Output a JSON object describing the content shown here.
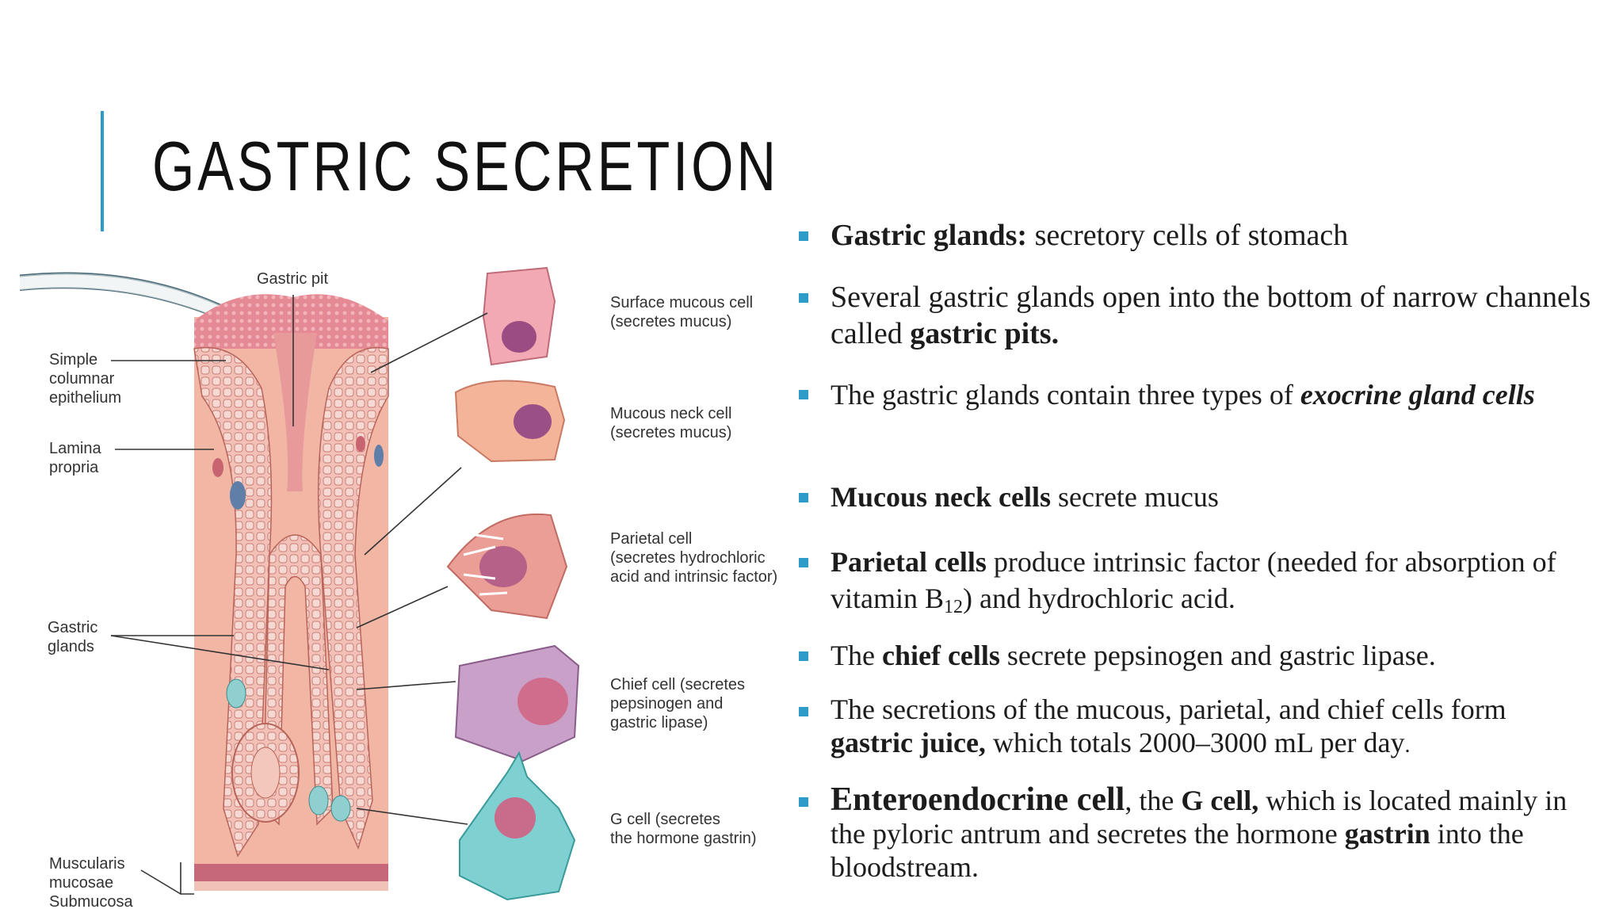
{
  "slide": {
    "title": "GASTRIC SECRETION",
    "accent_color": "#2e9cc8"
  },
  "figure": {
    "labels": {
      "gastric_pit": "Gastric pit",
      "simple_columnar": "Simple\ncolumnar\nepithelium",
      "lamina_propria": "Lamina\npropria",
      "gastric_glands": "Gastric\nglands",
      "muscularis": "Muscularis\nmucosae",
      "submucosa": "Submucosa",
      "surface_mucous": "Surface mucous cell\n(secretes mucus)",
      "mucous_neck": "Mucous neck cell\n(secretes mucus)",
      "parietal": "Parietal cell\n(secretes hydrochloric\nacid and intrinsic factor)",
      "chief": "Chief cell (secretes\npepsinogen and\ngastric lipase)",
      "g_cell": "G cell (secretes\nthe hormone gastrin)"
    }
  },
  "bullets": [
    {
      "b": "Gastric glands:",
      "t": " secretory cells of stomach"
    },
    {
      "t1": "Several gastric glands open into the bottom of narrow channels called ",
      "b": "gastric pits."
    },
    {
      "t1": "The gastric glands contain three types of ",
      "bi": "exocrine gland cells"
    },
    {
      "b": "Mucous neck cells",
      "t": " secrete mucus"
    },
    {
      "b": "Parietal cells",
      "t1": " produce intrinsic factor (needed for absorption of vitamin B",
      "sub": "12",
      "t2": ") and hydrochloric acid."
    },
    {
      "t1": "The ",
      "b": "chief cells",
      "t2": " secrete pepsinogen and gastric lipase."
    },
    {
      "t1": "The secretions of the mucous, parietal, and chief cells form ",
      "b": "gastric juice,",
      "t2": " which totals 2000–3000 mL per day",
      "end": "."
    },
    {
      "b1": "Enteroendocrine cell",
      "t1": ", the ",
      "b2": "G cell,",
      "t2": " which is located mainly in the pyloric antrum and secretes the hormone ",
      "b3": "gastrin",
      "t3": " into the bloodstream."
    }
  ]
}
